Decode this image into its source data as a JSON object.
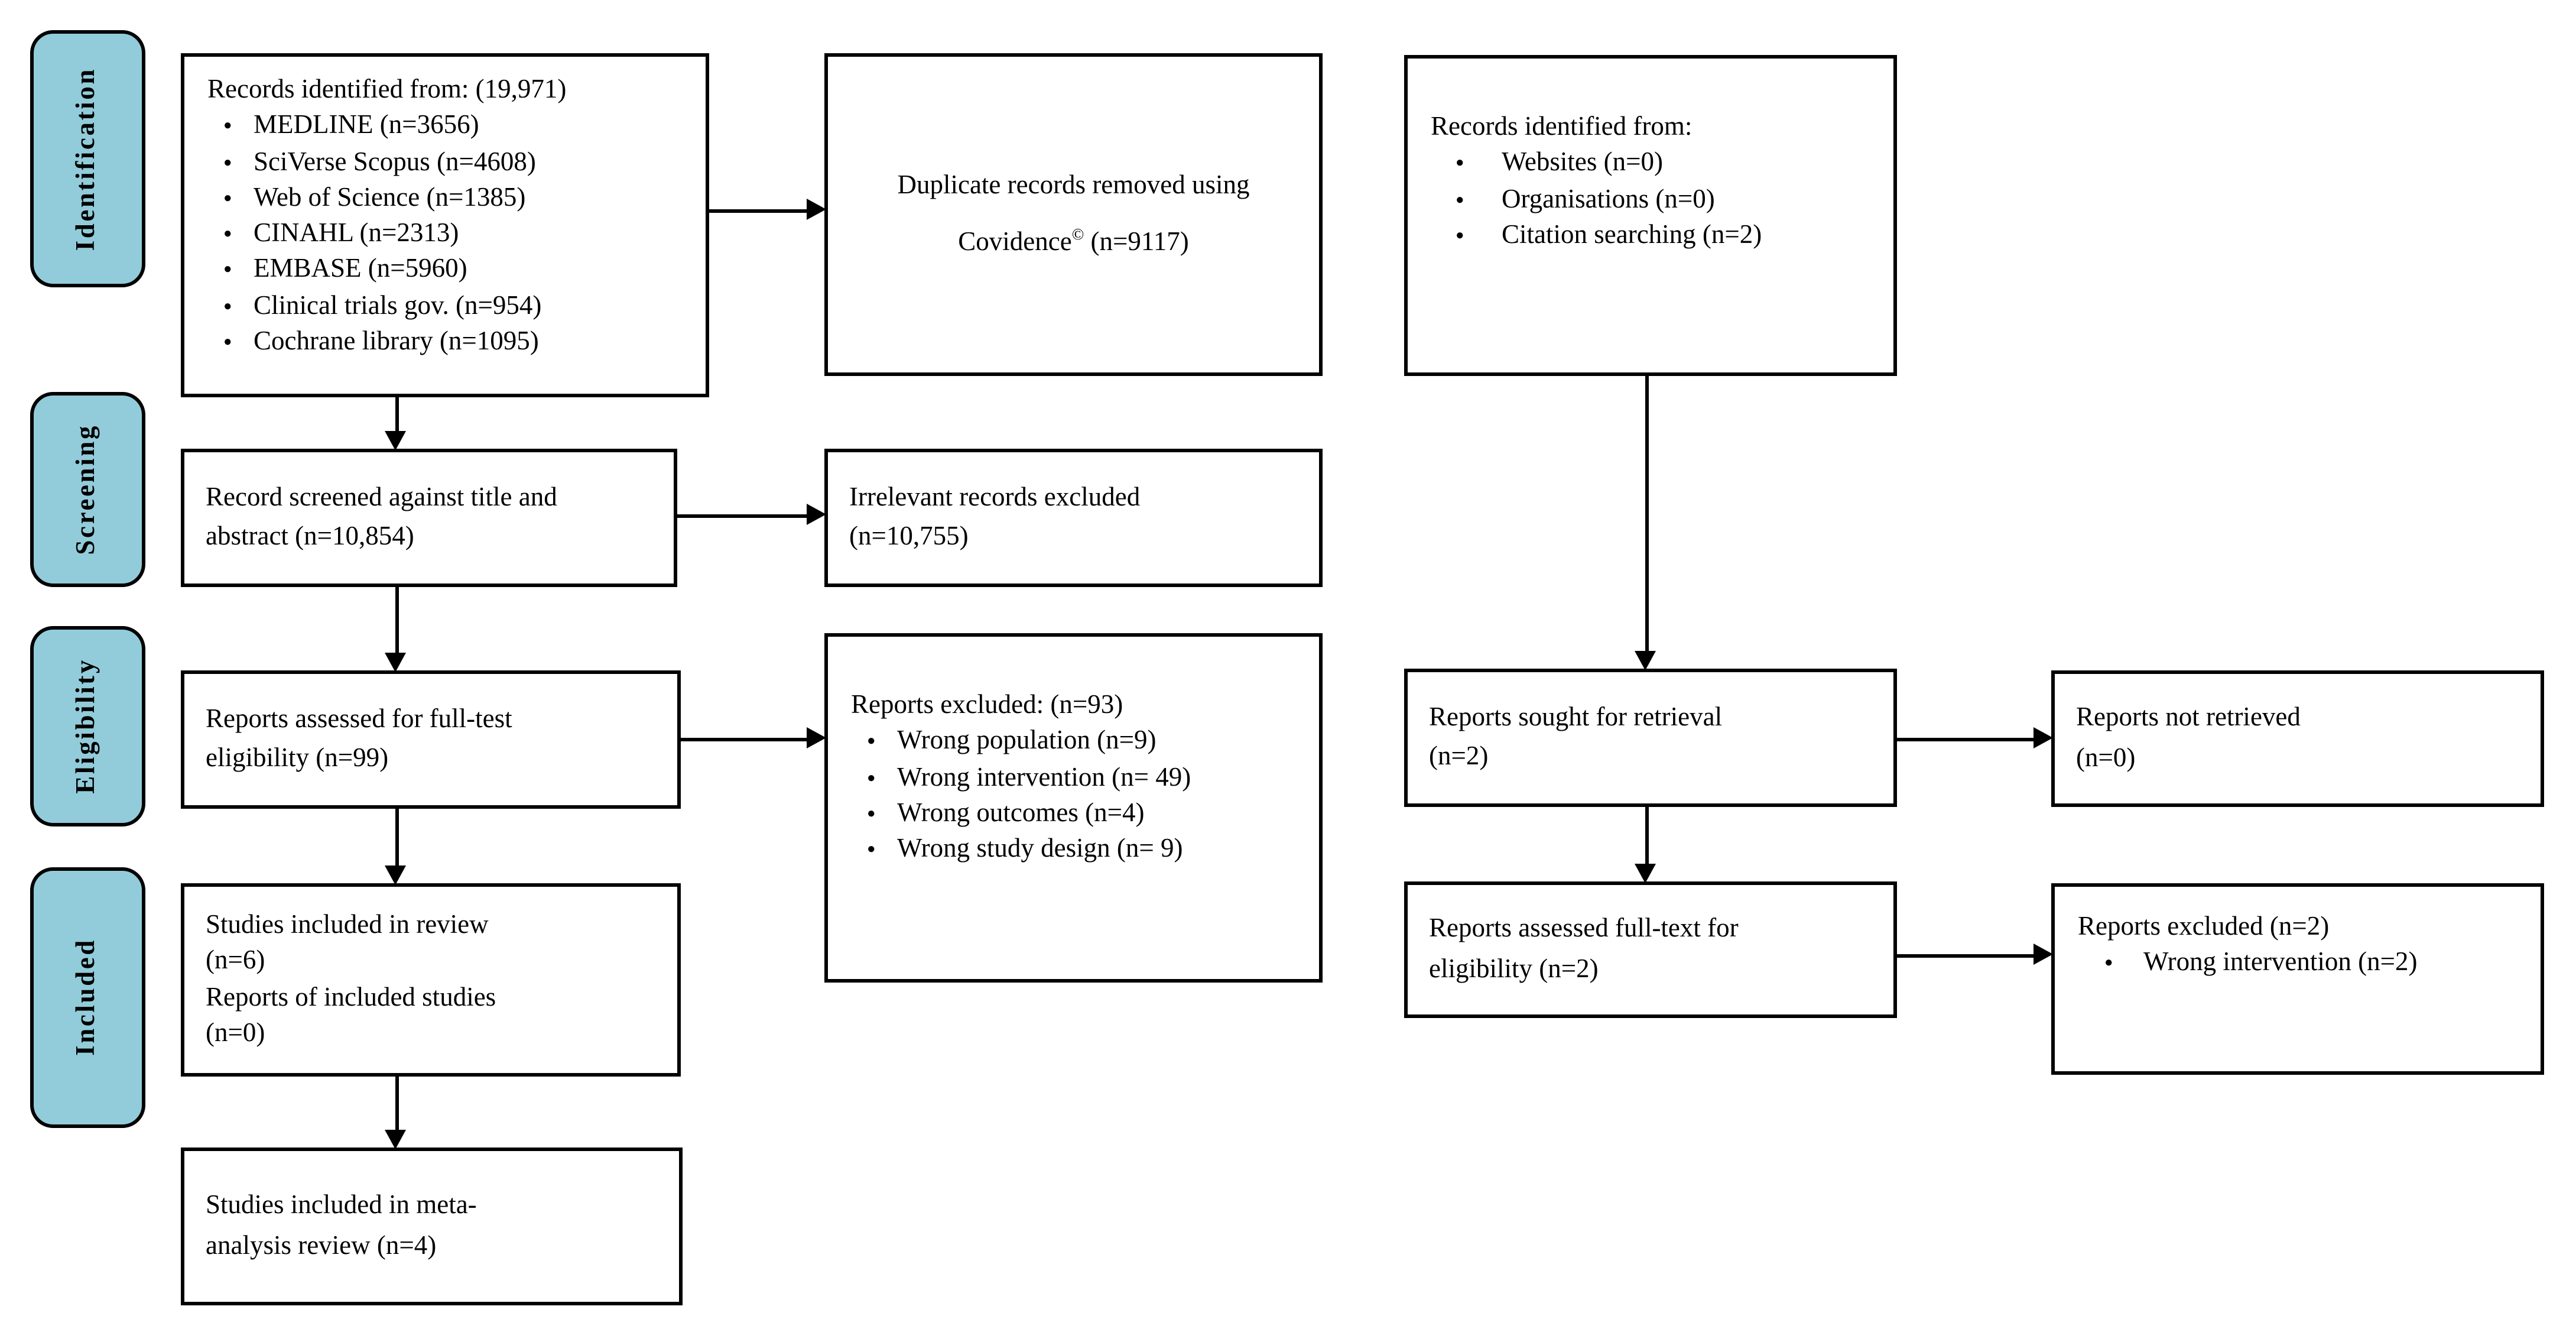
{
  "colors": {
    "stage_fill": "#92CCDA",
    "line_color": "#000000",
    "box_fill": "#ffffff",
    "text_color": "#000000"
  },
  "stages": [
    {
      "label": "Identification"
    },
    {
      "label": "Screening"
    },
    {
      "label": "Eligibility"
    },
    {
      "label": "Included"
    }
  ],
  "boxes": {
    "records_databases": {
      "title": "Records identified from: (19,971)",
      "bullets": [
        "MEDLINE (n=3656)",
        "SciVerse Scopus (n=4608)",
        "Web of Science (n=1385)",
        "CINAHL (n=2313)",
        "EMBASE (n=5960)",
        "Clinical trials gov. (n=954)",
        "Cochrane library (n=1095)"
      ]
    },
    "duplicates_removed": {
      "line1": "Duplicate records removed using",
      "brand": "Covidence",
      "sup": "©",
      "tail": " (n=9117)"
    },
    "records_other": {
      "title": "Records identified from:",
      "bullets": [
        "Websites (n=0)",
        "Organisations (n=0)",
        "Citation searching (n=2)"
      ]
    },
    "records_screened": {
      "lines": [
        "Record screened against title and",
        "abstract (n=10,854)"
      ]
    },
    "irrelevant_excluded": {
      "lines": [
        "Irrelevant records excluded",
        "(n=10,755)"
      ]
    },
    "reports_assessed_fulltest": {
      "lines": [
        "Reports assessed for full-test",
        "eligibility (n=99)"
      ]
    },
    "reports_excluded_93": {
      "title": "Reports excluded: (n=93)",
      "bullets": [
        "Wrong population (n=9)",
        "Wrong intervention (n= 49)",
        "Wrong outcomes (n=4)",
        "Wrong study design (n= 9)"
      ]
    },
    "reports_sought": {
      "lines": [
        "Reports sought for retrieval",
        "(n=2)"
      ]
    },
    "reports_not_retrieved": {
      "lines": [
        "Reports not retrieved",
        "(n=0)"
      ]
    },
    "studies_included": {
      "lines": [
        "Studies included in review",
        "(n=6)",
        "Reports of included studies",
        "(n=0)"
      ]
    },
    "reports_assessed_fulltext": {
      "lines": [
        "Reports assessed full-text for",
        "eligibility (n=2)"
      ]
    },
    "reports_excluded_2": {
      "title": "Reports excluded (n=2)",
      "bullets": [
        "Wrong intervention (n=2)"
      ]
    },
    "meta_analysis": {
      "lines": [
        "Studies included in meta-",
        "analysis review (n=4)"
      ]
    }
  }
}
